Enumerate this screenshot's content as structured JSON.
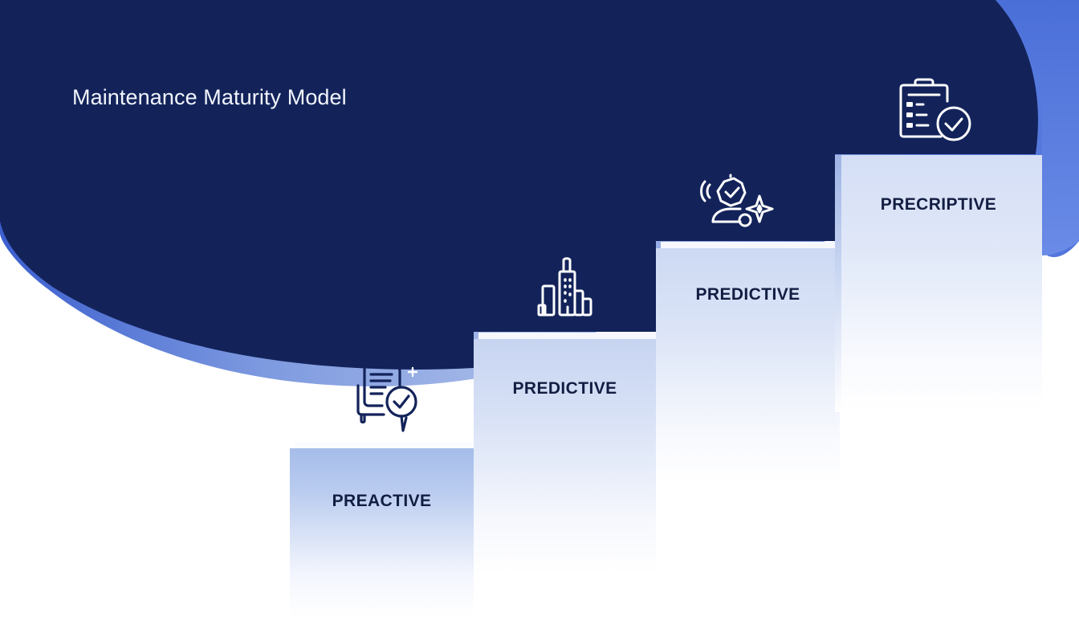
{
  "title": "Maintenance Maturity Model",
  "colors": {
    "navy": "#13235a",
    "accent_blue": "#3f63d0",
    "light_blue": "#9fb4e8",
    "label_text": "#121d42",
    "title_text": "#f2f5fc"
  },
  "steps": [
    {
      "label": "PREACTIVE",
      "icon": "document-check-icon",
      "level": 1
    },
    {
      "label": "PREDICTIVE",
      "icon": "buildings-icon",
      "level": 2
    },
    {
      "label": "PREDICTIVE",
      "icon": "robot-sparkle-icon",
      "level": 3
    },
    {
      "label": "PRECRIPTIVE",
      "icon": "clipboard-check-icon",
      "level": 4
    }
  ]
}
